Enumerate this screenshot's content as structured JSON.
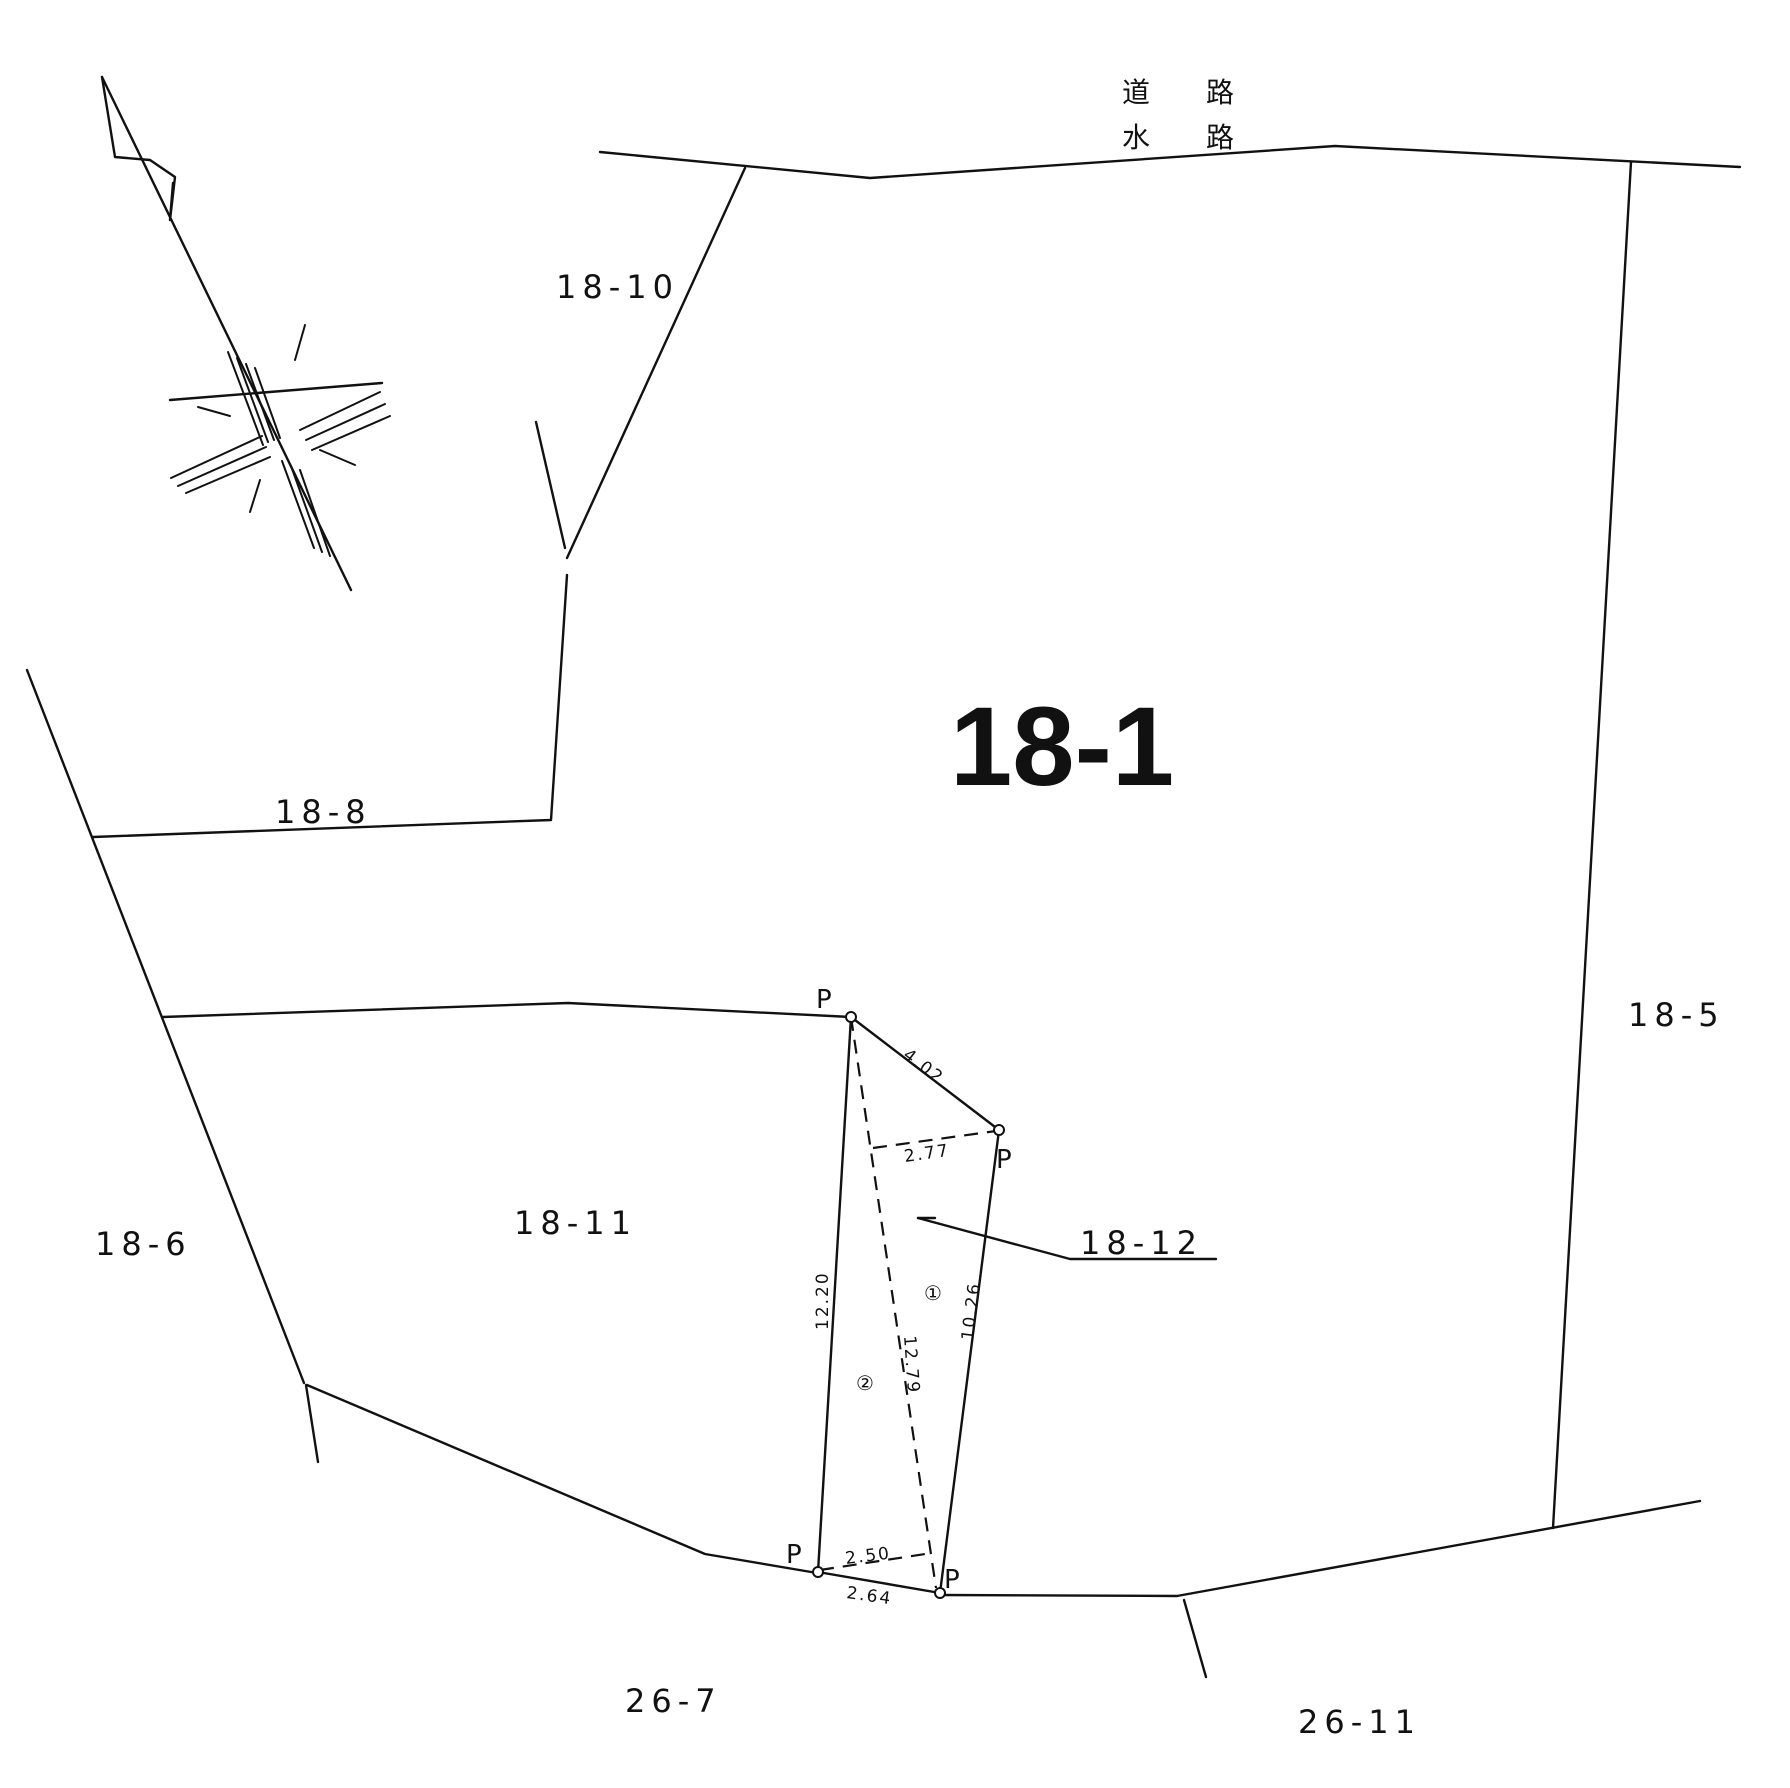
{
  "road_labels": {
    "road": "道　　路",
    "waterway": "水　　路"
  },
  "main_parcel": "18-1",
  "parcels": {
    "p18_10": "18-10",
    "p18_8": "18-8",
    "p18_5": "18-5",
    "p18_6": "18-6",
    "p18_11": "18-11",
    "p18_12": "18-12",
    "p26_7": "26-7",
    "p26_11": "26-11"
  },
  "point_marker": "P",
  "dimensions": {
    "d_4_02": "4.02",
    "d_2_77": "2.77",
    "d_12_20": "12.20",
    "d_12_79": "12.79",
    "d_10_26": "10.26",
    "d_2_50": "2.50",
    "d_2_64": "2.64"
  },
  "triangle_numbers": {
    "t1": "①",
    "t2": "②"
  },
  "icons": {
    "north_arrow": "north-arrow-icon"
  }
}
